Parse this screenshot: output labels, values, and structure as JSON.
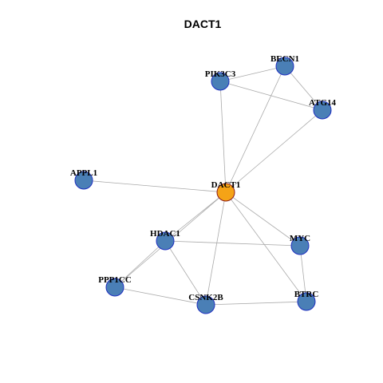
{
  "title": "DACT1",
  "colors": {
    "center_node": "#F5A316",
    "center_border": "#8B1A1A",
    "node": "#4A7FB6",
    "node_border": "#1E2FC0",
    "edge": "#aaaaaa"
  },
  "nodes": [
    {
      "id": "DACT1",
      "label": "DACT1",
      "center": true
    },
    {
      "id": "BECN1",
      "label": "BECN1"
    },
    {
      "id": "PIK3C3",
      "label": "PIK3C3"
    },
    {
      "id": "ATG14",
      "label": "ATG14"
    },
    {
      "id": "APPL1",
      "label": "APPL1"
    },
    {
      "id": "HDAC1",
      "label": "HDAC1"
    },
    {
      "id": "MYC",
      "label": "MYC"
    },
    {
      "id": "PPP1CC",
      "label": "PPP1CC"
    },
    {
      "id": "CSNK2B",
      "label": "CSNK2B"
    },
    {
      "id": "BTRC",
      "label": "BTRC"
    }
  ],
  "edges": [
    [
      "PIK3C3",
      "BECN1"
    ],
    [
      "PIK3C3",
      "ATG14"
    ],
    [
      "BECN1",
      "ATG14"
    ],
    [
      "PIK3C3",
      "DACT1"
    ],
    [
      "BECN1",
      "DACT1"
    ],
    [
      "ATG14",
      "DACT1"
    ],
    [
      "APPL1",
      "DACT1"
    ],
    [
      "HDAC1",
      "DACT1"
    ],
    [
      "MYC",
      "DACT1"
    ],
    [
      "PPP1CC",
      "DACT1"
    ],
    [
      "CSNK2B",
      "DACT1"
    ],
    [
      "BTRC",
      "DACT1"
    ],
    [
      "HDAC1",
      "MYC"
    ],
    [
      "HDAC1",
      "PPP1CC"
    ],
    [
      "HDAC1",
      "CSNK2B"
    ],
    [
      "PPP1CC",
      "CSNK2B"
    ],
    [
      "CSNK2B",
      "BTRC"
    ],
    [
      "MYC",
      "BTRC"
    ]
  ]
}
